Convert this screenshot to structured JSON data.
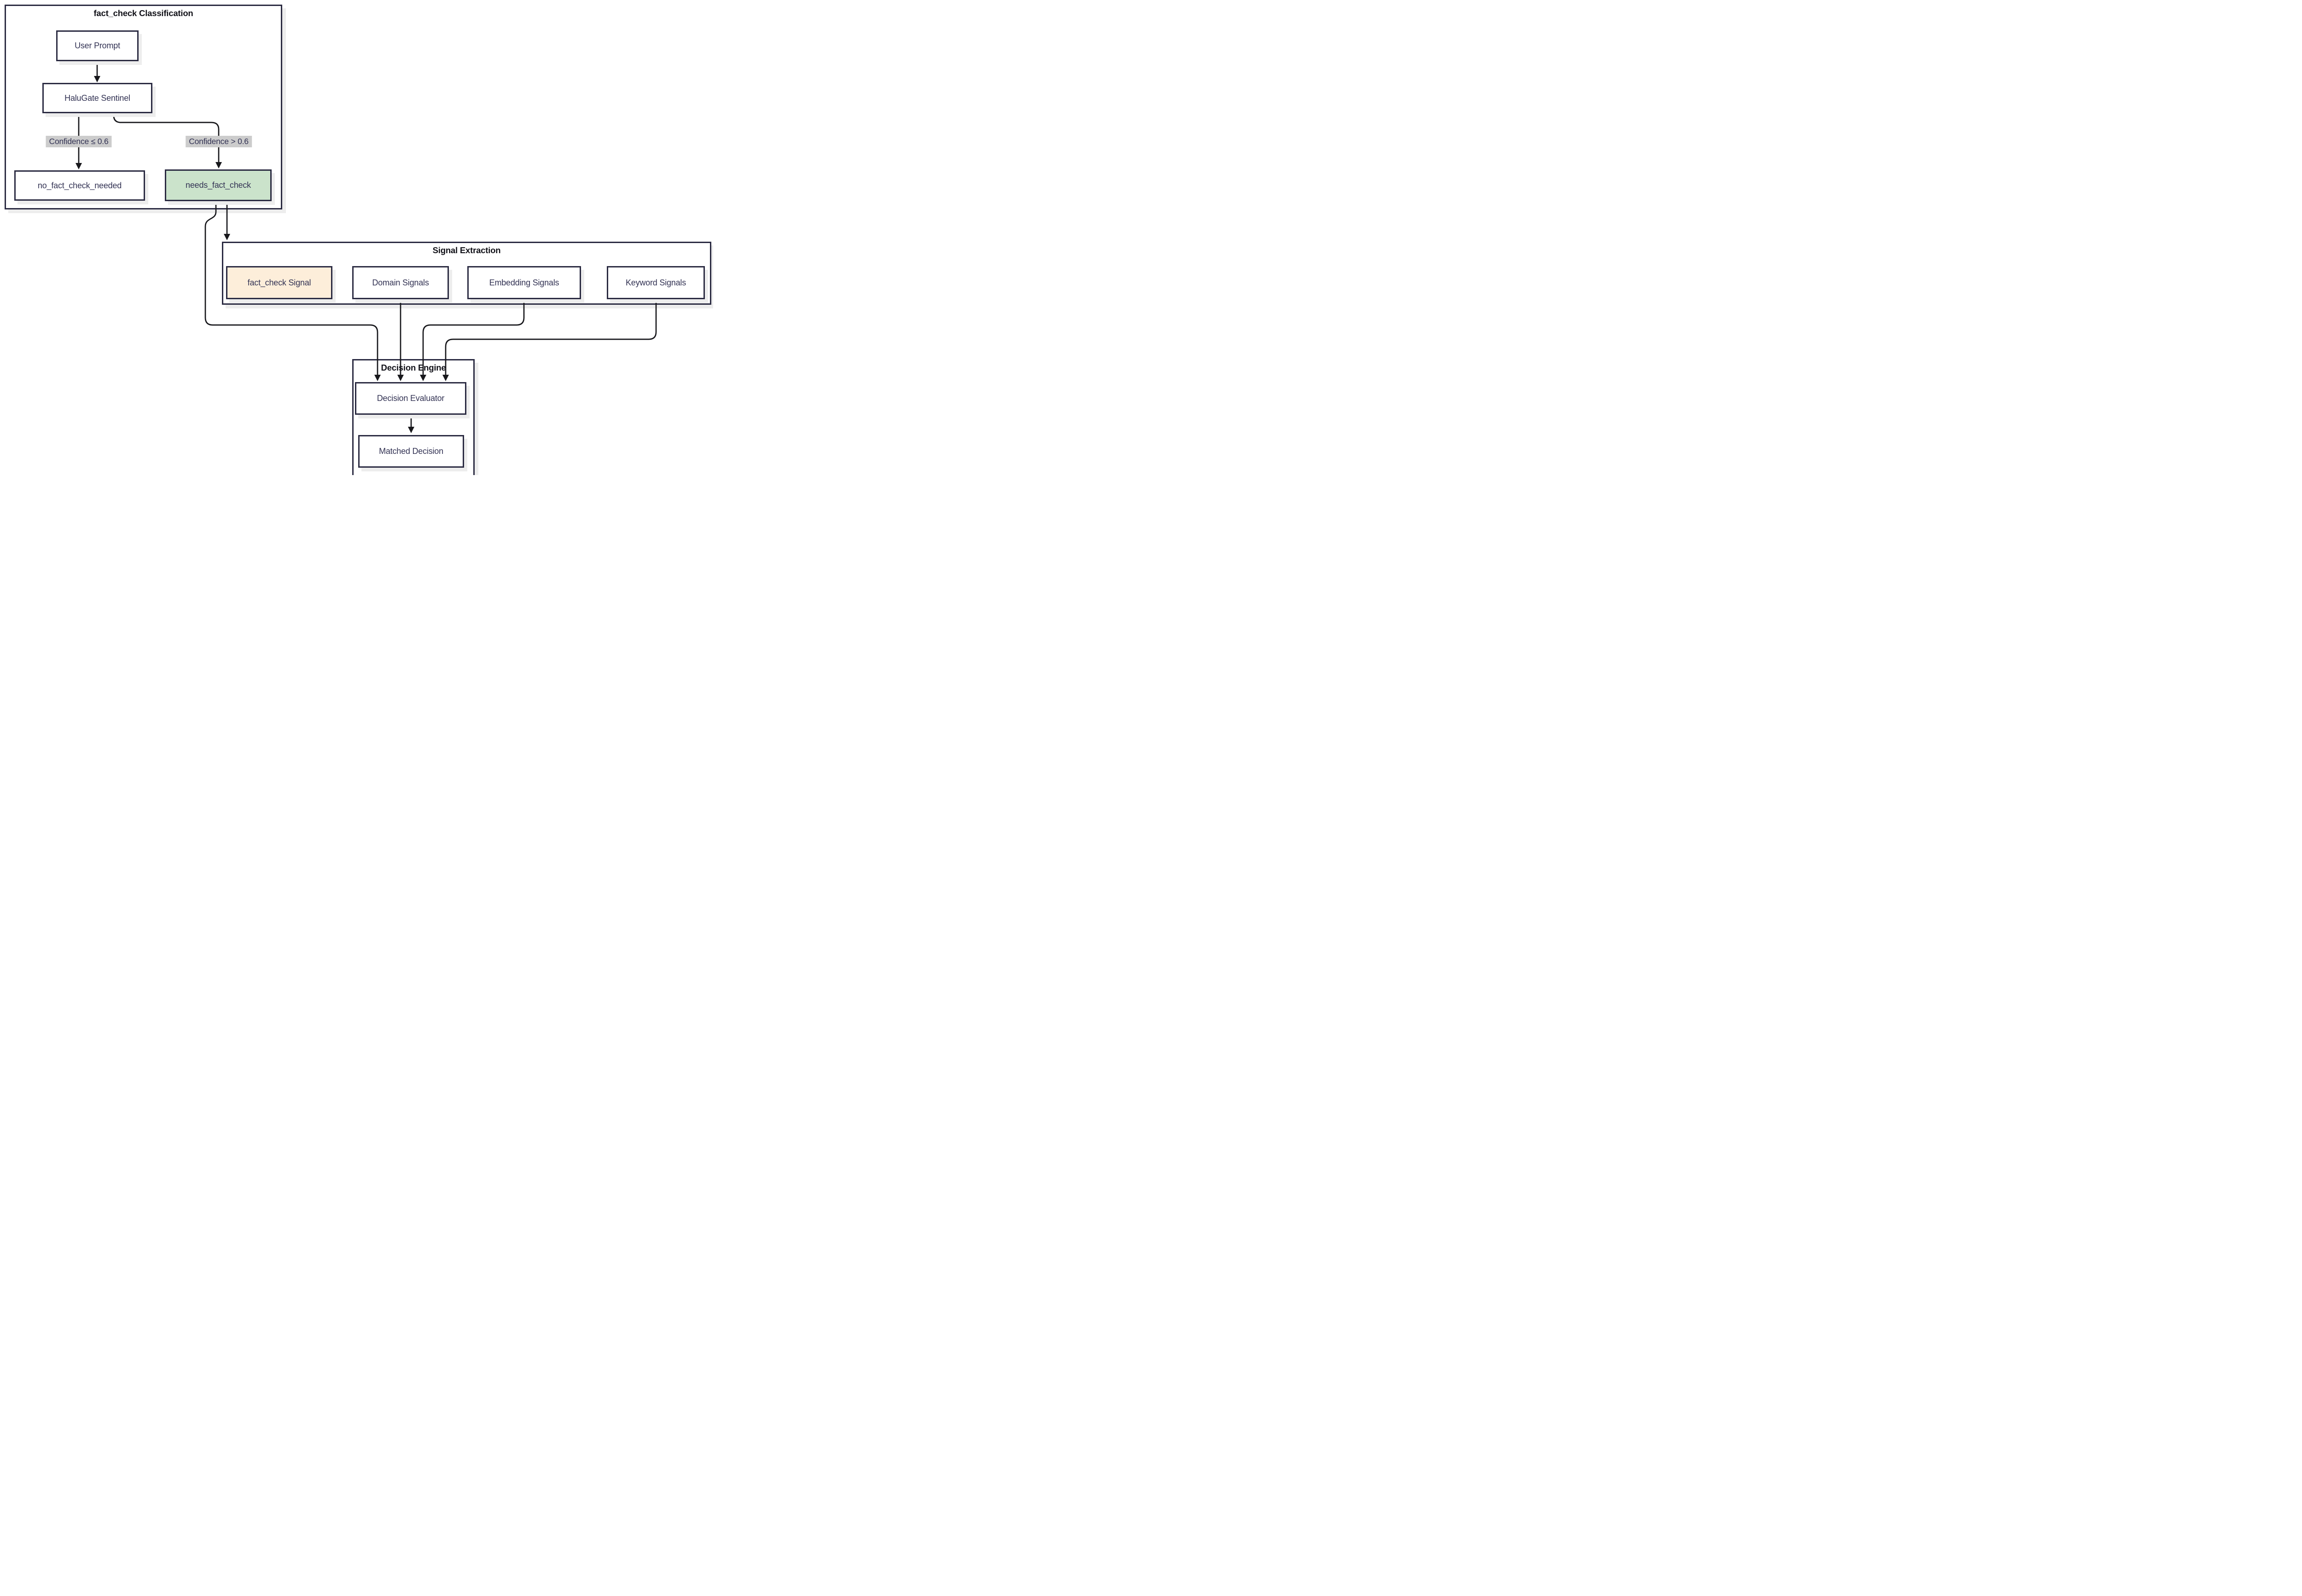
{
  "page": {
    "background": "#ffffff"
  },
  "diagram": {
    "type": "flowchart",
    "subgraphs": [
      {
        "id": "classification",
        "title": "fact_check Classification"
      },
      {
        "id": "signal-extraction",
        "title": "Signal Extraction"
      },
      {
        "id": "decision-engine",
        "title": "Decision Engine"
      }
    ],
    "nodes": [
      {
        "id": "user-prompt",
        "label": "User Prompt",
        "fill": "#ffffff"
      },
      {
        "id": "halugate-sentinel",
        "label": "HaluGate Sentinel",
        "fill": "#ffffff"
      },
      {
        "id": "no-fact-check-needed",
        "label": "no_fact_check_needed",
        "fill": "#ffffff"
      },
      {
        "id": "needs-fact-check",
        "label": "needs_fact_check",
        "fill": "#cbe3cb"
      },
      {
        "id": "fact-check-signal",
        "label": "fact_check Signal",
        "fill": "#fdeeda"
      },
      {
        "id": "domain-signals",
        "label": "Domain Signals",
        "fill": "#ffffff"
      },
      {
        "id": "embedding-signals",
        "label": "Embedding Signals",
        "fill": "#ffffff"
      },
      {
        "id": "keyword-signals",
        "label": "Keyword Signals",
        "fill": "#ffffff"
      },
      {
        "id": "decision-evaluator",
        "label": "Decision Evaluator",
        "fill": "#ffffff"
      },
      {
        "id": "matched-decision",
        "label": "Matched Decision",
        "fill": "#ffffff"
      }
    ],
    "edge_labels": [
      {
        "id": "confidence-le",
        "text": "Confidence ≤ 0.6"
      },
      {
        "id": "confidence-gt",
        "text": "Confidence > 0.6"
      }
    ],
    "edges": [
      {
        "from": "User Prompt",
        "to": "HaluGate Sentinel",
        "label": ""
      },
      {
        "from": "HaluGate Sentinel",
        "to": "no_fact_check_needed",
        "label": "Confidence ≤ 0.6"
      },
      {
        "from": "HaluGate Sentinel",
        "to": "needs_fact_check",
        "label": "Confidence > 0.6"
      },
      {
        "from": "needs_fact_check",
        "to": "Signal Extraction",
        "label": ""
      },
      {
        "from": "needs_fact_check",
        "to": "Decision Evaluator",
        "label": ""
      },
      {
        "from": "Domain Signals",
        "to": "Decision Evaluator",
        "label": ""
      },
      {
        "from": "Embedding Signals",
        "to": "Decision Evaluator",
        "label": ""
      },
      {
        "from": "Keyword Signals",
        "to": "Decision Evaluator",
        "label": ""
      },
      {
        "from": "Decision Evaluator",
        "to": "Matched Decision",
        "label": ""
      }
    ],
    "colors": {
      "node_border": "#2b2b42",
      "node_text": "#333354",
      "title_text": "#111118",
      "edge": "#18181c",
      "label_bg": "#cccccc",
      "green_fill": "#cbe3cb",
      "orange_fill": "#fdeeda",
      "node_fill": "#ffffff",
      "shadow": "#ededed"
    }
  }
}
